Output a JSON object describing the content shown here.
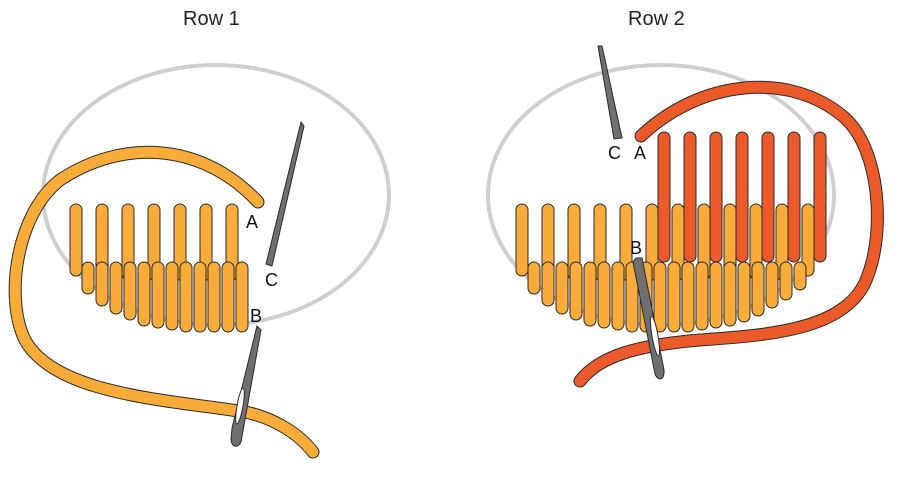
{
  "rows": [
    {
      "title": "Row 1",
      "labels": {
        "a": "A",
        "b": "B",
        "c": "C"
      }
    },
    {
      "title": "Row 2",
      "labels": {
        "a": "A",
        "b": "B",
        "c": "C"
      }
    }
  ],
  "colors": {
    "hoop": "#cfcfcf",
    "thread_row1": "#f9ac3a",
    "thread_row2": "#ec5a2a",
    "needle": "#6f6f6f",
    "outline": "#2a2a2a"
  },
  "icons": [
    "embroidery-hoop",
    "needle",
    "thread"
  ]
}
